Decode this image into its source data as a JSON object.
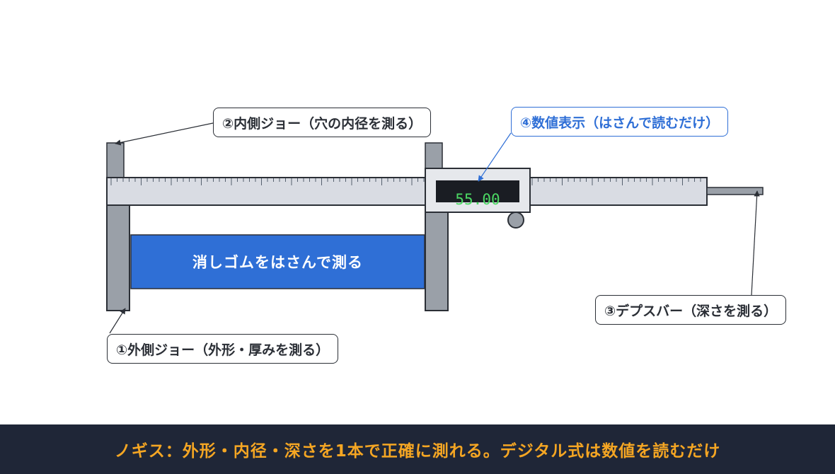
{
  "callouts": {
    "inner_jaw": "②内側ジョー（穴の内径を測る）",
    "display": "④数値表示（はさんで読むだけ）",
    "outer_jaw": "①外側ジョー（外形・厚みを測る）",
    "depth_bar": "③デプスバー（深さを測る）"
  },
  "eraser_label": "消しゴムをはさんで測る",
  "readout": "55.00",
  "footer": "ノギス：外形・内径・深さを1本で正確に測れる。デジタル式は数値を読むだけ",
  "colors": {
    "accent_blue": "#2f6fd6",
    "readout_green": "#4cd964",
    "footer_bg": "#1f2637",
    "footer_text": "#f5a623",
    "scale_fill": "#d9dce3",
    "jaw_fill": "#9aa0a8",
    "outline": "#2b2f36"
  }
}
